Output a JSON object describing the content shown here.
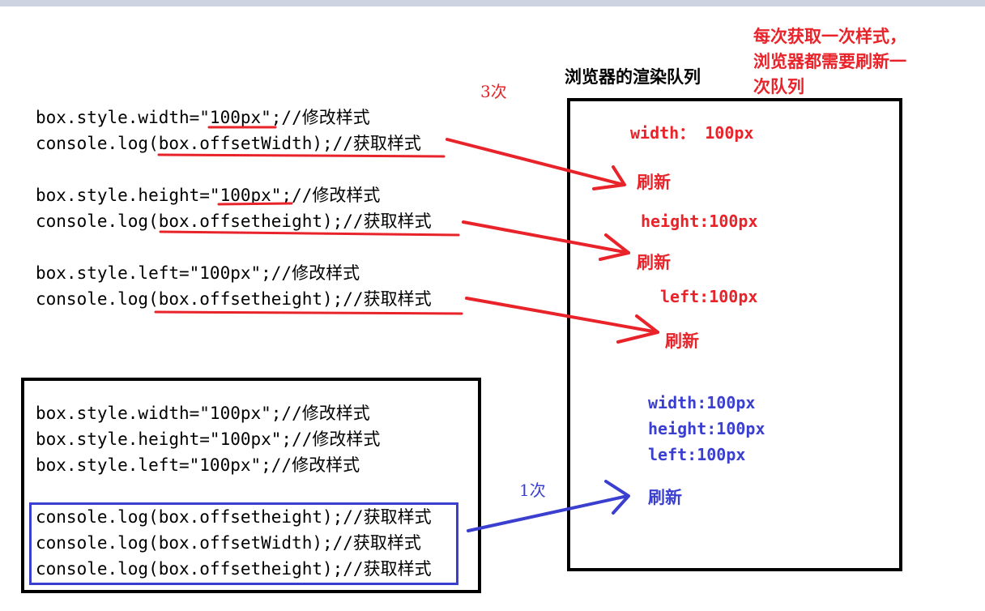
{
  "top_code": [
    "box.style.width=\"100px\";//修改样式",
    "console.log(box.offsetWidth);//获取样式",
    "box.style.height=\"100px\";//修改样式",
    "console.log(box.offsetheight);//获取样式",
    "box.style.left=\"100px\";//修改样式",
    "console.log(box.offsetheight);//获取样式"
  ],
  "bottom_code": {
    "writes": [
      "box.style.width=\"100px\";//修改样式",
      "box.style.height=\"100px\";//修改样式",
      "box.style.left=\"100px\";//修改样式"
    ],
    "reads": [
      "console.log(box.offsetheight);//获取样式",
      "console.log(box.offsetWidth);//获取样式",
      "console.log(box.offsetheight);//获取样式"
    ]
  },
  "labels": {
    "three_times": "3次",
    "one_time": "1次",
    "queue_title": "浏览器的渲染队列",
    "note_line1": "每次获取一次样式，",
    "note_line2": "浏览器都需要刷新一",
    "note_line3": "次队列"
  },
  "queue_items": {
    "width": "width： 100px",
    "refresh1": "刷新",
    "height": "height:100px",
    "refresh2": "刷新",
    "left": "left:100px",
    "refresh3": "刷新",
    "batch_width": "width:100px",
    "batch_height": "height:100px",
    "batch_left": "left:100px",
    "batch_refresh": "刷新"
  },
  "colors": {
    "red": "#e8232a",
    "blue": "#3b3fd0",
    "black": "#000000"
  }
}
